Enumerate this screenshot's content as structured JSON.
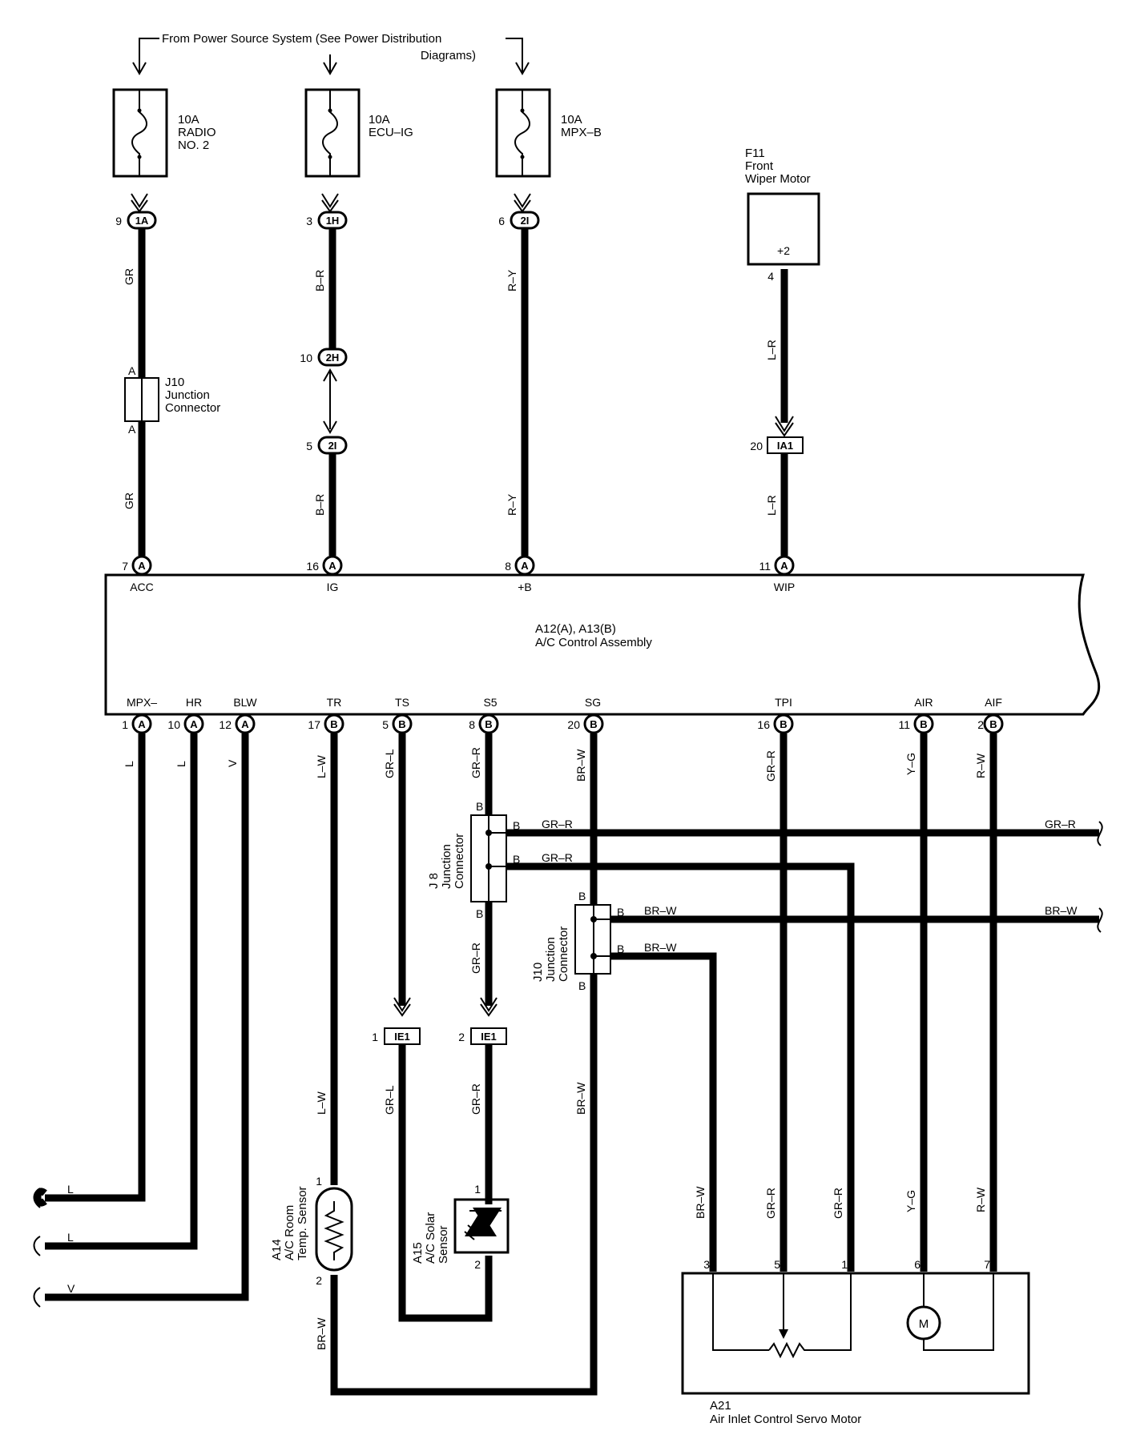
{
  "header": {
    "power_source_line1": "From Power Source System (See Power Distribution",
    "power_source_line2": "Diagrams)"
  },
  "fuses": [
    {
      "amp": "10A",
      "name_line1": "RADIO",
      "name_line2": "NO. 2"
    },
    {
      "amp": "10A",
      "name_line1": "ECU–IG",
      "name_line2": ""
    },
    {
      "amp": "10A",
      "name_line1": "MPX–B",
      "name_line2": ""
    }
  ],
  "junction_blocks": {
    "j1a": "1A",
    "j1h": "1H",
    "j2i_top": "2I",
    "j2h": "2H",
    "j2i_low": "2I",
    "ia1": "IA1",
    "ie1_a": "IE1",
    "ie1_b": "IE1",
    "pin_9": "9",
    "pin_3": "3",
    "pin_6": "6",
    "pin_10": "10",
    "pin_5": "5",
    "pin_20": "20",
    "pin_1": "1",
    "pin_2": "2"
  },
  "wiper_motor": {
    "id": "F11",
    "line1": "Front",
    "line2": "Wiper Motor",
    "terminal": "+2",
    "pin": "4"
  },
  "j10_top": {
    "title": "J10",
    "line1": "Junction",
    "line2": "Connector",
    "pin_a": "A"
  },
  "control_assembly": {
    "line1": "A12(A), A13(B)",
    "line2": "A/C Control Assembly",
    "top_terminals": [
      {
        "pin": "7",
        "conn": "A",
        "name": "ACC"
      },
      {
        "pin": "16",
        "conn": "A",
        "name": "IG"
      },
      {
        "pin": "8",
        "conn": "A",
        "name": "+B"
      },
      {
        "pin": "11",
        "conn": "A",
        "name": "WIP"
      }
    ],
    "bottom_terminals": [
      {
        "pin": "1",
        "conn": "A",
        "name": "MPX–"
      },
      {
        "pin": "10",
        "conn": "A",
        "name": "HR"
      },
      {
        "pin": "12",
        "conn": "A",
        "name": "BLW"
      },
      {
        "pin": "17",
        "conn": "B",
        "name": "TR"
      },
      {
        "pin": "5",
        "conn": "B",
        "name": "TS"
      },
      {
        "pin": "8",
        "conn": "B",
        "name": "S5"
      },
      {
        "pin": "20",
        "conn": "B",
        "name": "SG"
      },
      {
        "pin": "16",
        "conn": "B",
        "name": "TPI"
      },
      {
        "pin": "11",
        "conn": "B",
        "name": "AIR"
      },
      {
        "pin": "2",
        "conn": "B",
        "name": "AIF"
      }
    ]
  },
  "wire_colors": {
    "gr": "GR",
    "br": "B–R",
    "ry": "R–Y",
    "lr": "L–R",
    "l": "L",
    "v": "V",
    "lw": "L–W",
    "grl": "GR–L",
    "grr": "GR–R",
    "brw": "BR–W",
    "yg": "Y–G",
    "rw": "R–W"
  },
  "j8": {
    "title": "J 8",
    "line1": "Junction",
    "line2": "Connector",
    "pin_b": "B"
  },
  "j10_low": {
    "title": "J10",
    "line1": "Junction",
    "line2": "Connector",
    "pin_b": "B"
  },
  "sensors": {
    "room": {
      "id": "A14",
      "line1": "A/C Room",
      "line2": "Temp. Sensor",
      "pin1": "1",
      "pin2": "2"
    },
    "solar": {
      "id": "A15",
      "line1": "A/C Solar",
      "line2": "Sensor",
      "pin1": "1",
      "pin2": "2"
    }
  },
  "servo_motor": {
    "id": "A21",
    "name": "Air Inlet Control Servo Motor",
    "pins": [
      "3",
      "5",
      "1",
      "6",
      "7"
    ],
    "motor_symbol": "M"
  }
}
